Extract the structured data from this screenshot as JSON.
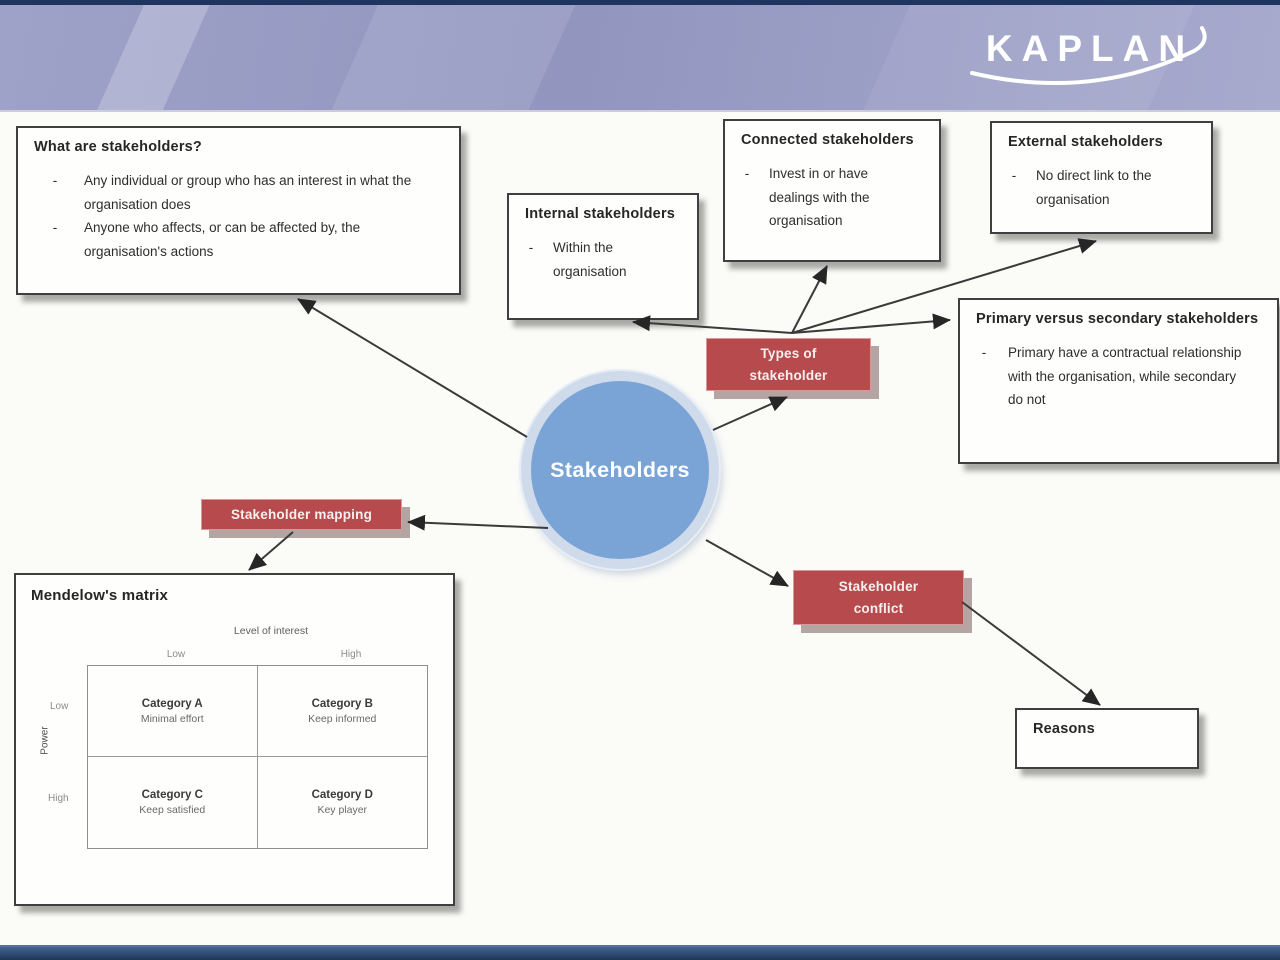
{
  "brand": {
    "logo": "KAPLAN"
  },
  "ui": {
    "bullet_marker": "-"
  },
  "center": {
    "label": "Stakeholders"
  },
  "red_nodes": {
    "types": "Types of\nstakeholder",
    "mapping": "Stakeholder mapping",
    "conflict": "Stakeholder\nconflict"
  },
  "boxes": {
    "what": {
      "title": "What are stakeholders?",
      "bullets": [
        "Any individual or group who has an interest in what the organisation does",
        "Anyone who affects, or can be affected by, the organisation's actions"
      ]
    },
    "internal": {
      "title": "Internal stakeholders",
      "bullets": [
        "Within the organisation"
      ]
    },
    "connected": {
      "title": "Connected stakeholders",
      "bullets": [
        "Invest in or have dealings with the organisation"
      ]
    },
    "external": {
      "title": "External stakeholders",
      "bullets": [
        "No direct link to the organisation"
      ]
    },
    "primary": {
      "title": "Primary versus secondary stakeholders",
      "bullets": [
        "Primary have a contractual relationship with the organisation, while secondary do not"
      ]
    },
    "reasons": {
      "title": "Reasons"
    }
  },
  "matrix": {
    "title": "Mendelow's matrix",
    "x_axis": {
      "label": "Level of interest",
      "low": "Low",
      "high": "High"
    },
    "y_axis": {
      "label": "Power",
      "low": "Low",
      "high": "High"
    },
    "cells": [
      {
        "name": "Category A",
        "action": "Minimal effort"
      },
      {
        "name": "Category B",
        "action": "Keep informed"
      },
      {
        "name": "Category C",
        "action": "Keep satisfied"
      },
      {
        "name": "Category D",
        "action": "Key player"
      }
    ]
  },
  "colors": {
    "header_lavender": "#9a9ec6",
    "navy_line": "#1e3560",
    "bottom_bar": "#2c486f",
    "node_red": "#b64a4c",
    "circle_blue": "#7ba4d6",
    "circle_ring": "#cfdaea",
    "box_border": "#3f3f3f"
  }
}
